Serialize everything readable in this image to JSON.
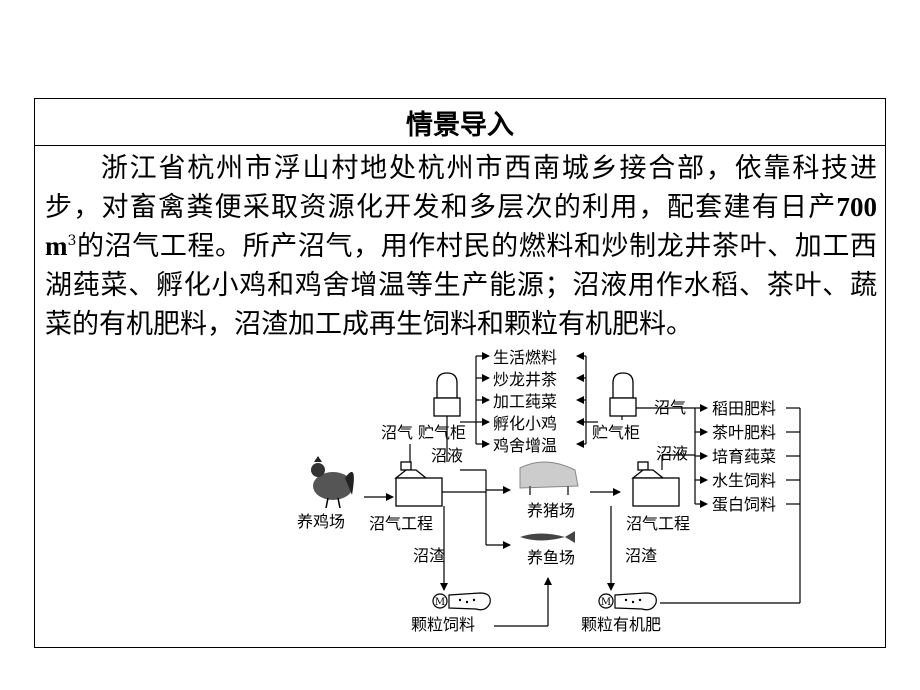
{
  "title": "情景导入",
  "paragraph": {
    "part1": "浙江省杭州市浮山村地处杭州市西南城乡接合部，依靠科技进步，对畜禽粪便采取资源化开发和多层次的利用，配套建有日产",
    "amount": "700 m",
    "sup": "3",
    "part2": "的沼气工程。所产沼气，用作村民的燃料和炒制龙井茶叶、加工西湖莼菜、孵化小鸡和鸡舍增温等生产能源；沼液用作水稻、茶叶、蔬菜的有机肥料，沼渣加工成再生饲料和颗粒有机肥料。"
  },
  "diagram": {
    "left_gas_uses": [
      "生活燃料",
      "炒龙井茶",
      "加工莼菜",
      "孵化小鸡",
      "鸡舍增温"
    ],
    "right_uses": [
      "稻田肥料",
      "茶叶肥料",
      "培育莼菜",
      "水生饲料",
      "蛋白饲料"
    ],
    "nodes": {
      "chicken_farm": "养鸡场",
      "biogas_left": "沼气工程",
      "biogas_right": "沼气工程",
      "gas_holder_left": "贮气柜",
      "gas_holder_right": "贮气柜",
      "pig_farm": "养猪场",
      "fish_farm": "养鱼场",
      "pellet_feed": "颗粒饲料",
      "pellet_fertilizer": "颗粒有机肥"
    },
    "edges": {
      "gas": "沼气",
      "slurry": "沼液",
      "residue": "沼渣"
    },
    "motor_symbol": "M"
  }
}
